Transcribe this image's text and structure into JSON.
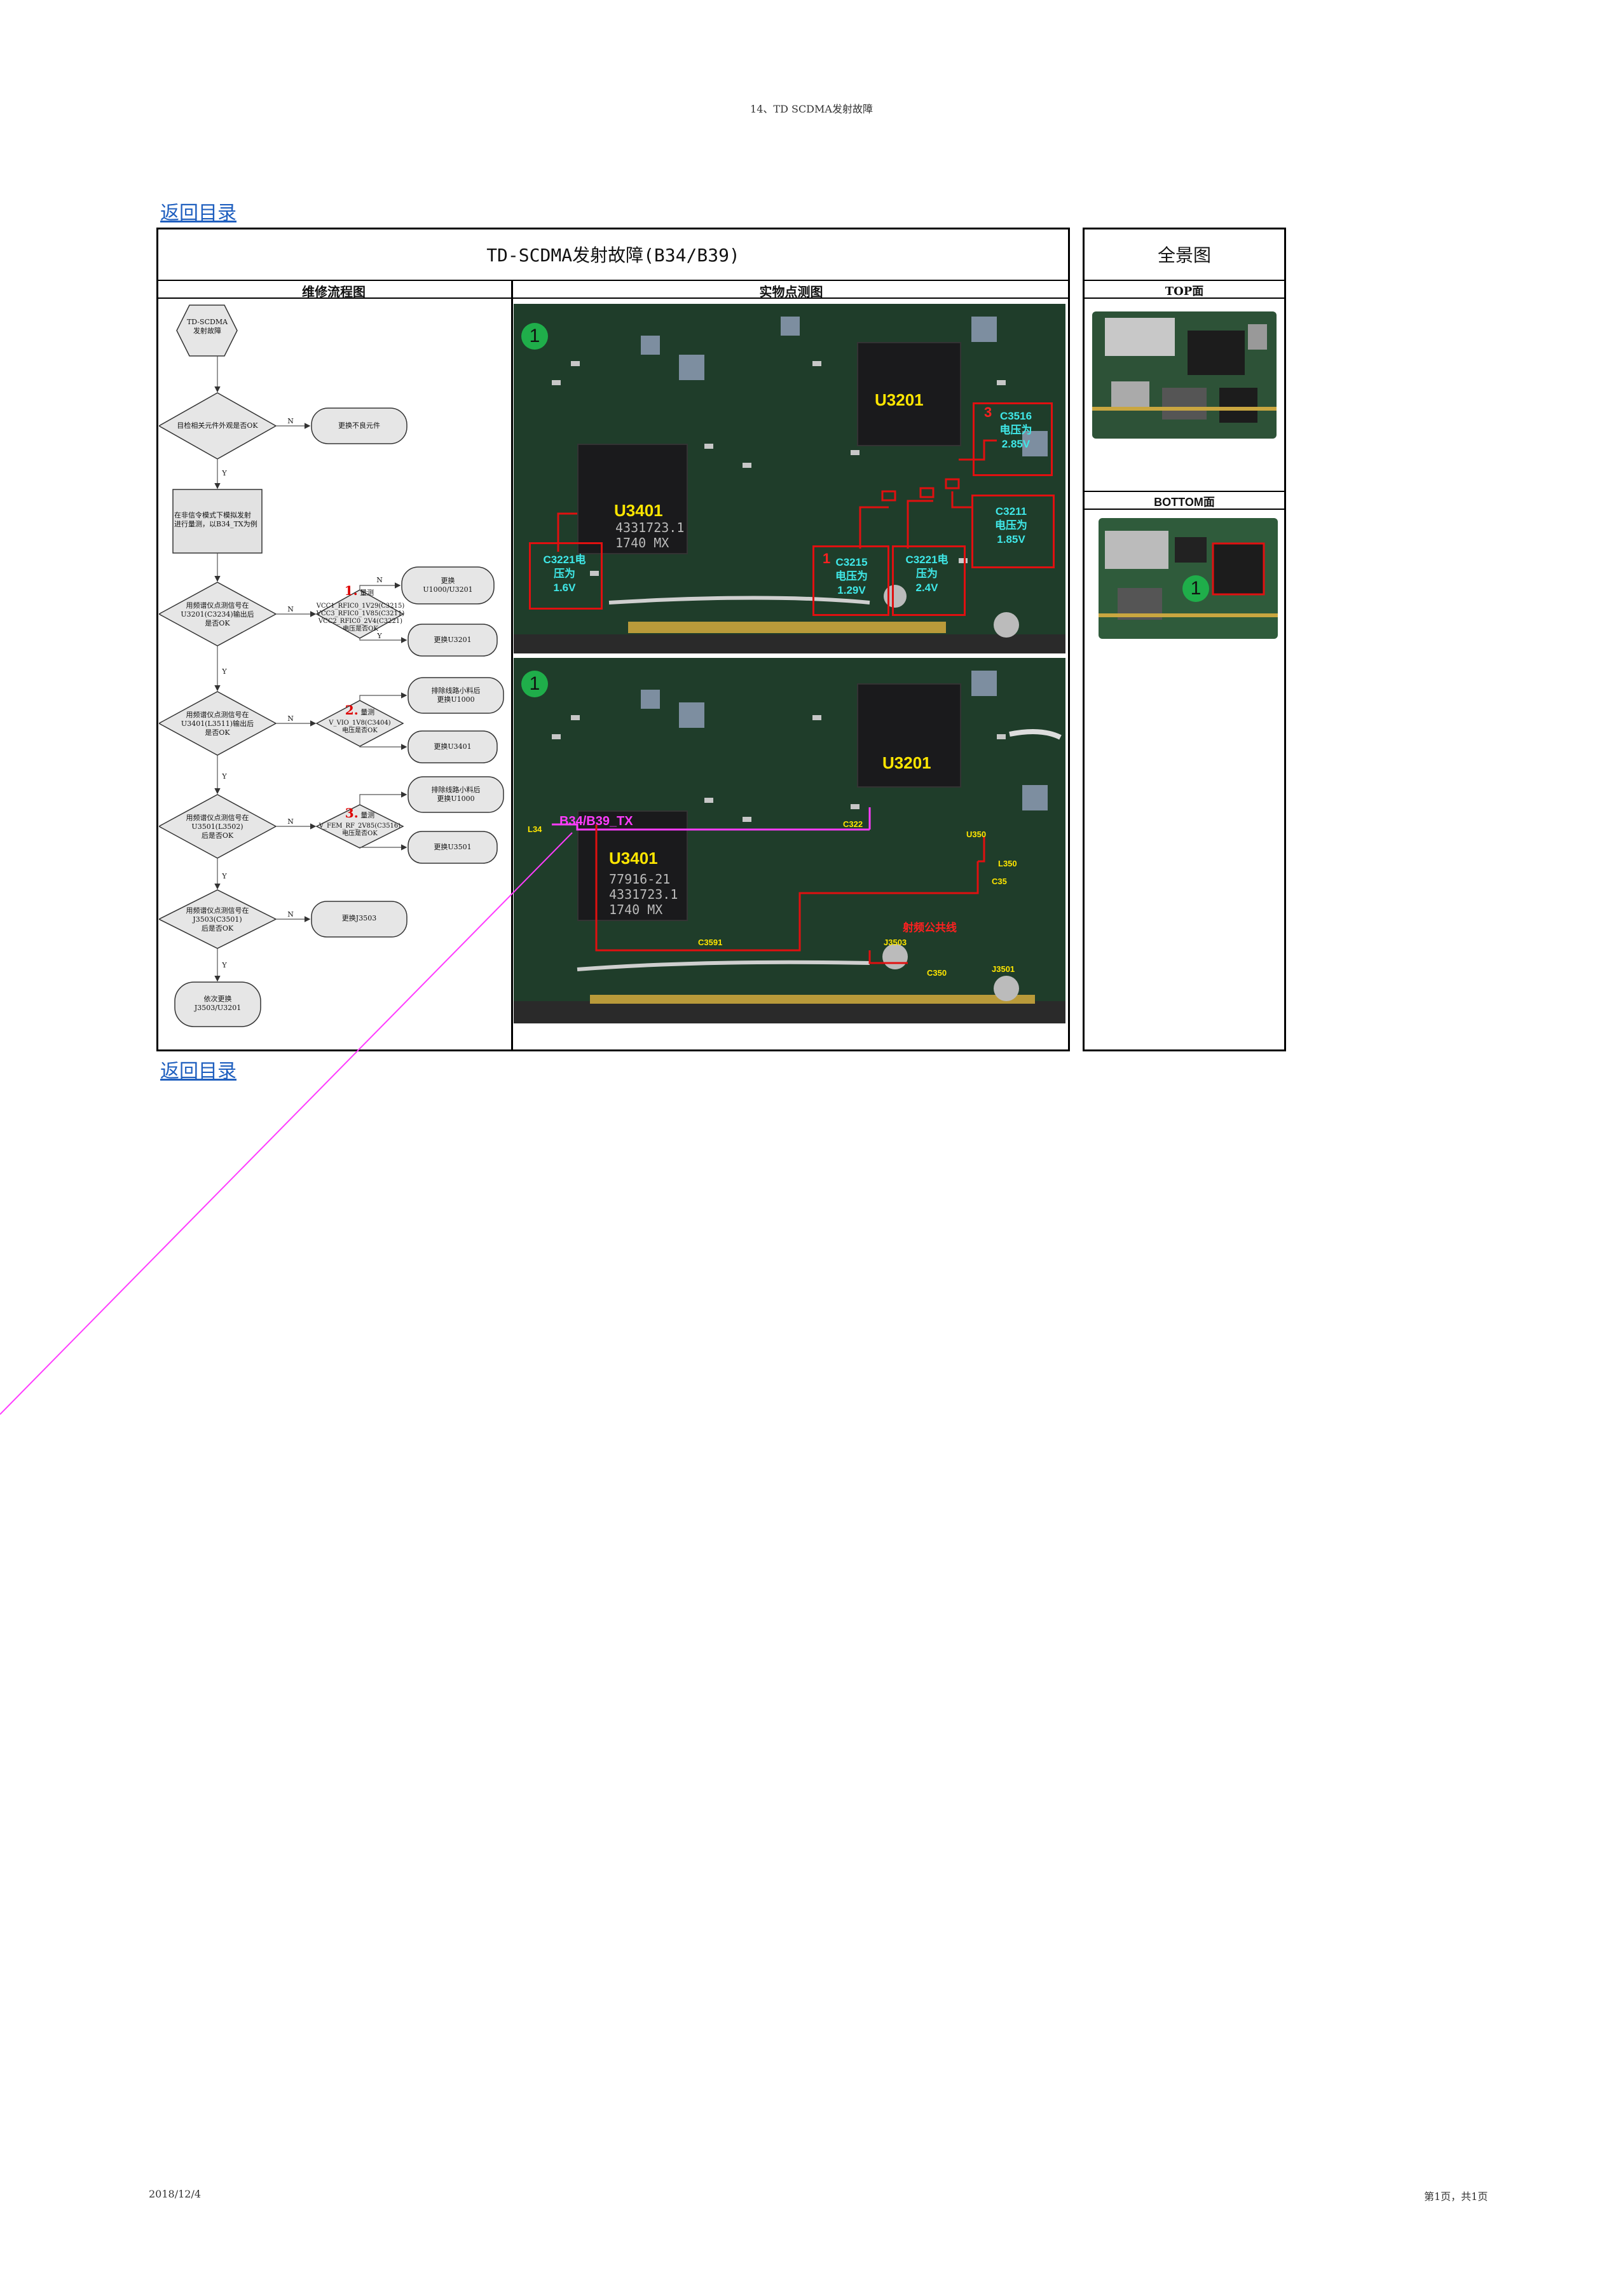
{
  "header": {
    "title": "14、TD SCDMA发射故障"
  },
  "back_link": "返回目录",
  "main": {
    "title": "TD-SCDMA发射故障(B34/B39)",
    "col_flow": "维修流程图",
    "col_photo": "实物点测图"
  },
  "overview": {
    "title": "全景图",
    "top_label": "TOP面",
    "bottom_label": "BOTTOM面",
    "bottom_marker": "1"
  },
  "flow": {
    "start": "TD-SCDMA\n发射故障",
    "d1": "目检相关元件外观是否OK",
    "r1": "更换不良元件",
    "p1": "在非信令模式下模拟发射\n进行量测，以B34_TX为例",
    "d2": "用频谱仪点测信号在\nU3201(C3234)输出后\n是否OK",
    "n1": "1.",
    "m1": "量测",
    "m1v": "VCC1_RFIC0_1V29(C3215)\nVCC3_RFIC0_1V85(C3211)\nVCC2_RFIC0_2V4(C3221)\n电压是否OK",
    "r2a": "更换\nU1000/U3201",
    "r2b": "更换U3201",
    "d3": "用频谱仪点测信号在\nU3401(L3511)输出后\n是否OK",
    "n2": "2.",
    "m2": "量测",
    "m2v": "V_VIO_1V8(C3404)\n电压是否OK",
    "r3a": "排除线路小料后\n更换U1000",
    "r3b": "更换U3401",
    "d4": "用频谱仪点测信号在\nU3501(L3502)\n后是否OK",
    "n3": "3.",
    "m3": "量测",
    "m3v": "V_FEM_RF_2V85(C3516)\n电压是否OK",
    "r4a": "排除线路小料后\n更换U1000",
    "r4b": "更换U3501",
    "d5": "用频谱仪点测信号在\nJ3503(C3501)\n后是否OK",
    "r5": "更换J3503",
    "end": "依次更换\nJ3503/U3201",
    "yes": "Y",
    "no": "N"
  },
  "photo_top": {
    "marker": "1",
    "chip_a": "U3401",
    "chip_a_sub": "4331723.1\n1740  MX",
    "chip_b": "U3201",
    "c3221a": "C3221电\n压为\n1.6V",
    "c3215_num": "1",
    "c3215": "C3215\n电压为\n1.29V",
    "c3221b": "C3221电\n压为\n2.4V",
    "c3516_num": "3",
    "c3516": "C3516\n电压为\n2.85V",
    "c3211": "C3211\n电压为\n1.85V"
  },
  "photo_bottom": {
    "marker": "1",
    "chip_a": "U3401",
    "chip_a_sub": "77916-21\n4331723.1\n1740  MX",
    "chip_b": "U3201",
    "path_label": "B34/B39_TX",
    "l34": "L34",
    "c322": "C322",
    "u350": "U350",
    "l350": "L350",
    "c35": "C35",
    "c3591": "C3591",
    "j3503": "J3503",
    "c350": "C350",
    "j3501": "J3501",
    "ant": "射频公共线"
  },
  "footer": {
    "date": "2018/12/4",
    "page": "第1页，共1页"
  },
  "colors": {
    "link": "#1f5fbf",
    "flow_fill": "#e4e4e4",
    "marker": "#1fae4a",
    "annot": "#e01010",
    "path": "#ff3cff"
  }
}
